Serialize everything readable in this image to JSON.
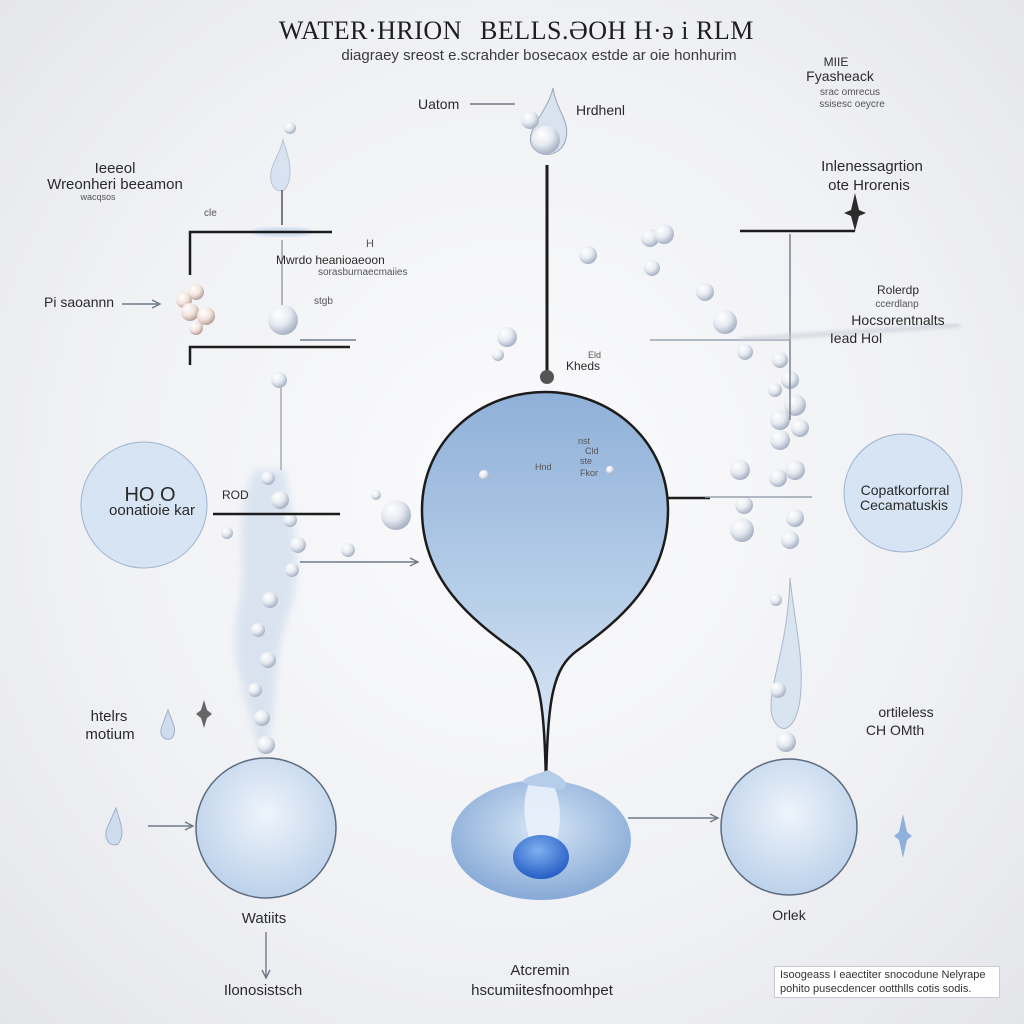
{
  "header": {
    "title_left": "WATER·HRION",
    "title_right": "BELLS.ƏOH H·ə i RLM",
    "subtitle": "diagraey sreost e.scrahder bosecaox estde ar oie honhurim"
  },
  "labels": {
    "top_right_1": "MIIE",
    "top_right_2": "Fyasheack",
    "top_right_3": "srac omrecus",
    "top_right_4": "ssisesc oeycre",
    "top_left": "Uatom",
    "top_mid": "Hrdhenl",
    "left_1": "Ieeeol",
    "left_2": "Wreonheri beeamon",
    "left_3": "wacqsos",
    "left_4": "cle",
    "left_5": "Pi saoannn",
    "h_small": "H",
    "left_mid_1": "Mwrdo heanioaeoon",
    "left_mid_2": "sorasburnaecmaiies",
    "left_mid_3": "stgb",
    "center_1": "Eld",
    "center_2": "Kheds",
    "mid_small_1": "nst",
    "mid_small_2": "Cld",
    "mid_small_3": "ste",
    "mid_small_4": "Hnd",
    "mid_small_5": "Fkor",
    "right_1": "Inlenessagrtion",
    "right_2": "ote Hrorenis",
    "right_mid_1": "Rolerdp",
    "right_mid_2": "ccerdlanp",
    "right_mid_3": "Hocsorentnalts",
    "right_mid_4": "Iead Hol",
    "h2o_1": "HO  O",
    "h2o_2": "oonatioie kar",
    "h2o_3": "ROD",
    "cord_1": "Copatkorforral",
    "cord_2": "Cecamatuskis",
    "left_low_1": "htelrs",
    "left_low_2": "motium",
    "right_low_1": "ortileless",
    "right_low_2": "CH  OMth",
    "bottom_left_1": "Watiits",
    "bottom_left_2": "Ilonosistsch",
    "bottom_mid_1": "Atcremin",
    "bottom_mid_2": "hscumiitesfnoomhpet",
    "bottom_right": "Orlek",
    "note": "Isoogeass I eaectiter snocodune Nelyrape pohito pusecdencer ootthlls cotis sodis."
  },
  "colors": {
    "accent": "#7ea6d3",
    "deep": "#2e66c7",
    "line": "#1c1c1c",
    "faint": "#9aa6b8"
  },
  "icons": [
    "water-drop-icon",
    "sparkle-icon",
    "bubble-cluster-icon"
  ]
}
